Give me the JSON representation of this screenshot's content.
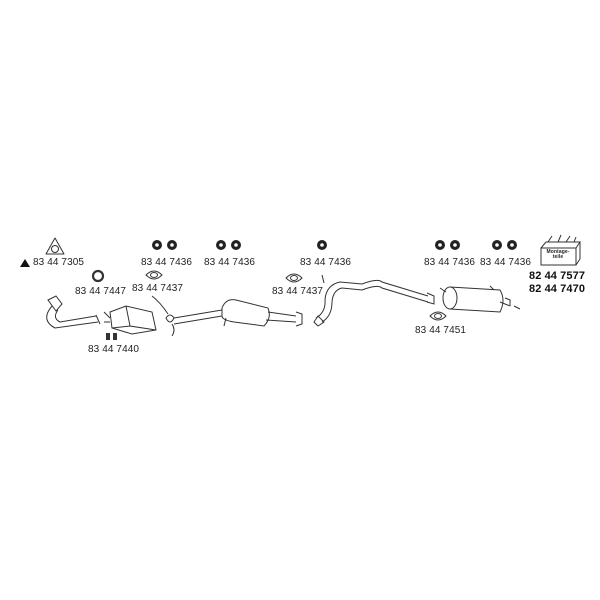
{
  "parts": {
    "flange": {
      "number": "83 44 7305",
      "marker": "▲"
    },
    "ring_gasket": {
      "number": "83 44 7447"
    },
    "hanger_1": {
      "number": "83 44 7436"
    },
    "hanger_2": {
      "number": "83 44 7436"
    },
    "hanger_3": {
      "number": "83 44 7436"
    },
    "hanger_4": {
      "number": "83 44 7436"
    },
    "hanger_5": {
      "number": "83 44 7436"
    },
    "gasket_1": {
      "number": "83 44 7437"
    },
    "gasket_2": {
      "number": "83 44 7437"
    },
    "clamps": {
      "number": "83 44 7440"
    },
    "rear_gasket": {
      "number": "83 44 7451"
    },
    "mounting_kit": {
      "box_label_1": "Montage-",
      "box_label_2": "teile",
      "number_1": "82 44 7577",
      "number_2": "82 44 7470"
    }
  }
}
